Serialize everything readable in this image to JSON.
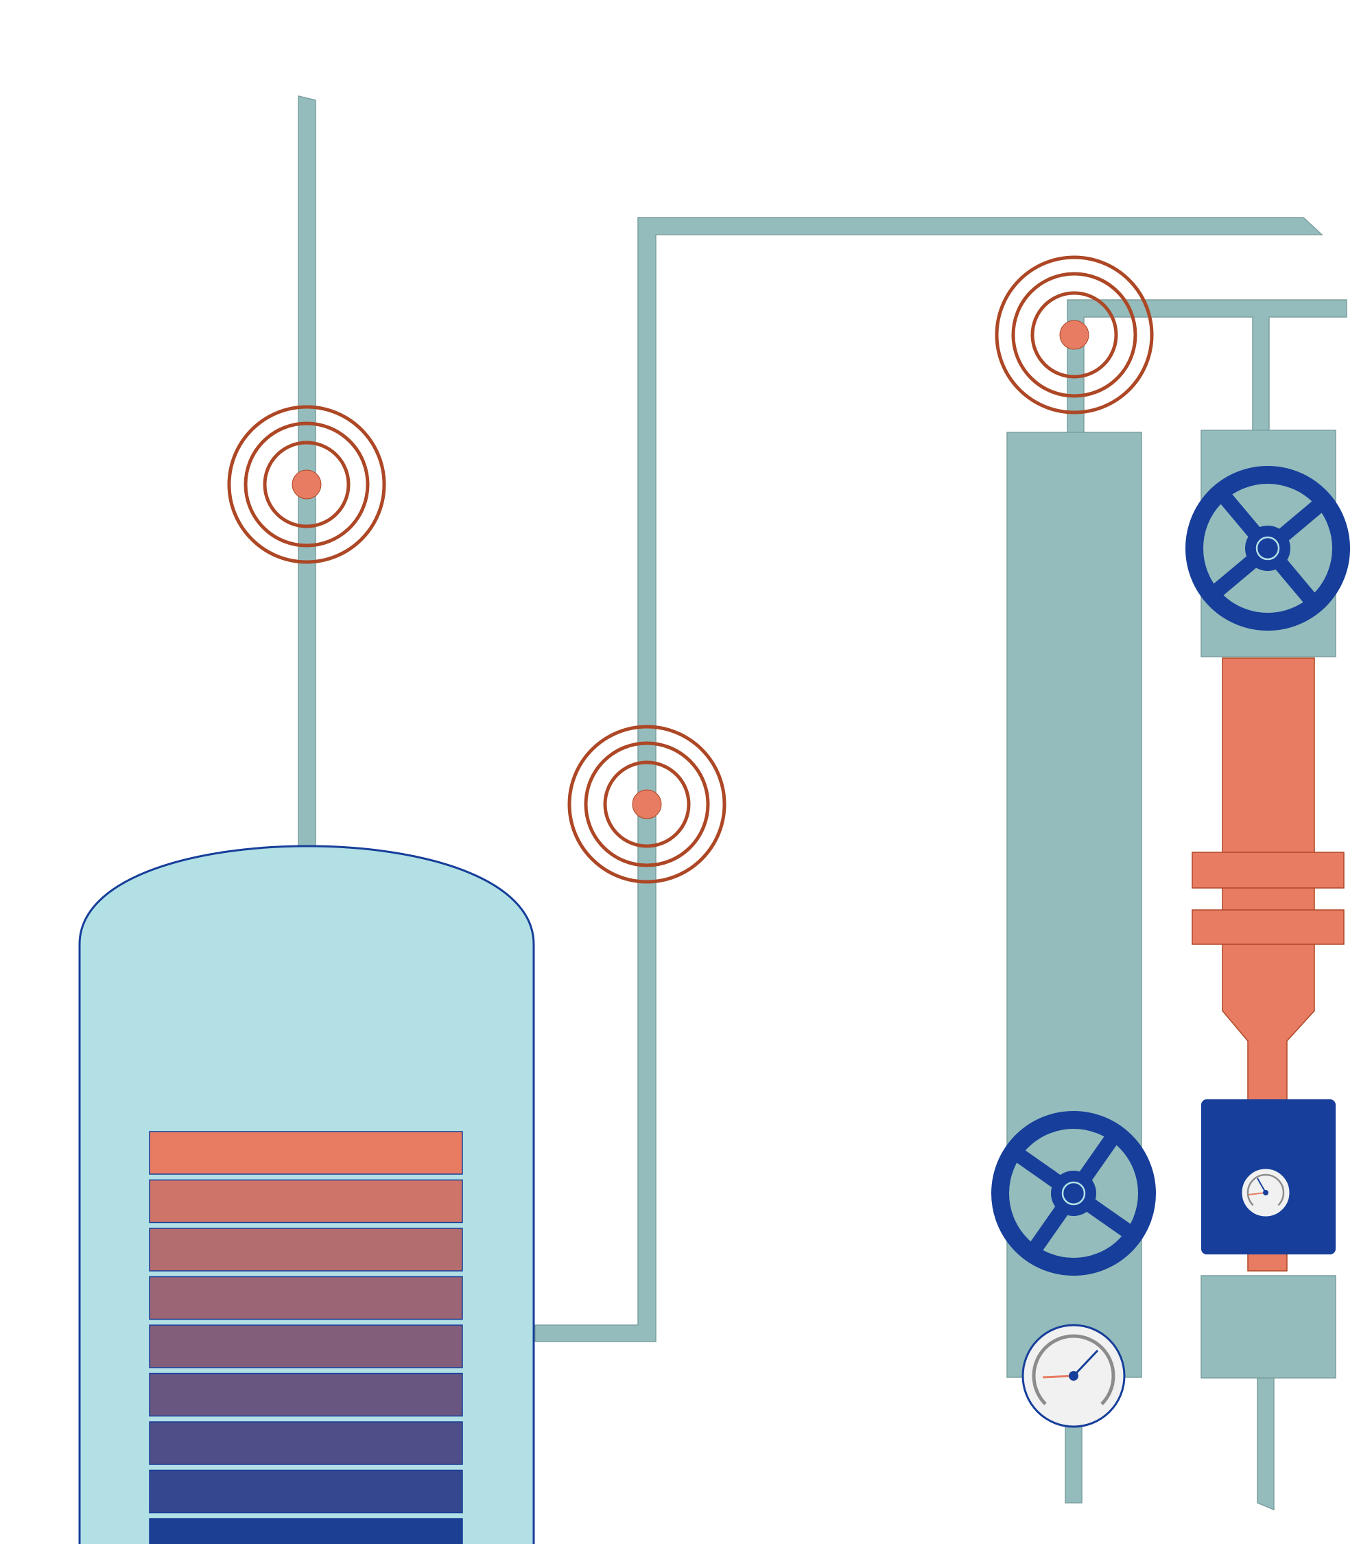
{
  "diagram": {
    "kind": "process-piping-illustration",
    "colors": {
      "background": "#ffffff",
      "pipe": "#94bcbc",
      "pipe_stroke": "#7d9f9f",
      "vessel_fill": "#b3e0e5",
      "vessel_stroke": "#163e9a",
      "accent_orange": "#e77c62",
      "ring_stroke": "#ad4725",
      "valve_blue": "#163e9a",
      "gauge_face": "#f1f1f2",
      "gauge_arc": "#8c8c8c",
      "coil_top": "#e77c62",
      "coil_bottom": "#1c3f94"
    },
    "components": {
      "vessel": {
        "type": "storage-tank",
        "coil_layers": 9
      },
      "sensors": [
        {
          "id": "sensor-left",
          "icon": "signal-rings-icon"
        },
        {
          "id": "sensor-middle",
          "icon": "signal-rings-icon"
        },
        {
          "id": "sensor-top-right",
          "icon": "signal-rings-icon"
        }
      ],
      "valves": [
        {
          "id": "valve-column",
          "icon": "handwheel-valve-icon"
        },
        {
          "id": "valve-right",
          "icon": "handwheel-valve-icon"
        }
      ],
      "gauges": [
        {
          "id": "gauge-large",
          "icon": "pressure-gauge-icon"
        },
        {
          "id": "gauge-small",
          "icon": "pressure-gauge-icon"
        }
      ],
      "right_unit": {
        "type": "pump-with-flanges",
        "flanges": 2
      }
    }
  }
}
